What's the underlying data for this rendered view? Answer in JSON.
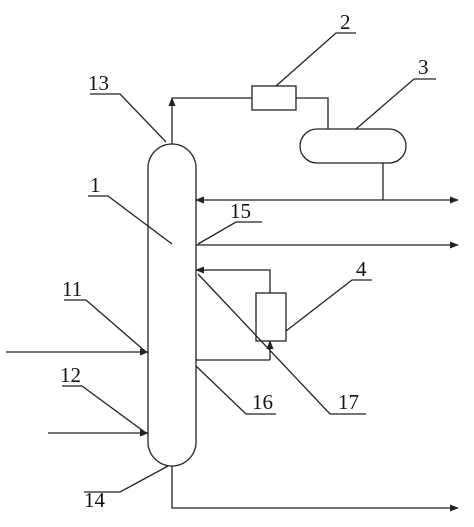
{
  "labels": {
    "column": "1",
    "unit_2": "2",
    "unit_3": "3",
    "unit_4": "4",
    "feed_11": "11",
    "feed_12": "12",
    "top_13": "13",
    "bottom_14": "14",
    "stream_15": "15",
    "stream_16": "16",
    "stream_17": "17"
  }
}
